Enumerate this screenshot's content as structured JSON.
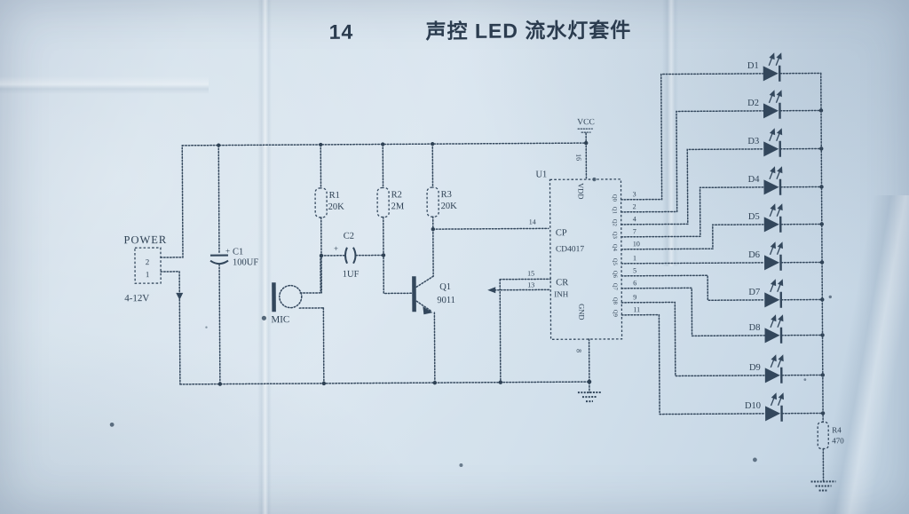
{
  "title": {
    "number": "14",
    "text": "声控 LED 流水灯套件"
  },
  "power": {
    "label": "POWER",
    "pin_top": "2",
    "pin_bottom": "1",
    "voltage": "4-12V"
  },
  "components": {
    "c1": {
      "plus": "+",
      "ref": "C1",
      "value": "100UF"
    },
    "c2": {
      "plus": "+",
      "ref": "C2",
      "value": "1UF"
    },
    "r1": {
      "ref": "R1",
      "value": "20K"
    },
    "r2": {
      "ref": "R2",
      "value": "2M"
    },
    "r3": {
      "ref": "R3",
      "value": "20K"
    },
    "r4": {
      "ref": "R4",
      "value": "470"
    },
    "mic": {
      "ref": "MIC"
    },
    "q1": {
      "ref": "Q1",
      "value": "9011"
    }
  },
  "ic": {
    "ref": "U1",
    "part": "CD4017",
    "vcc_label": "VCC",
    "pin_labels": {
      "vdd": "VDD",
      "gnd": "GND",
      "cp": "CP",
      "cr": "CR",
      "inh": "INH"
    },
    "pin_numbers": {
      "vdd": "16",
      "gnd": "8",
      "cp": "14",
      "cr": "15",
      "inh": "13"
    }
  },
  "outputs": [
    {
      "q": "Q0",
      "pin": "3",
      "led": "D1"
    },
    {
      "q": "Q1",
      "pin": "2",
      "led": "D2"
    },
    {
      "q": "Q2",
      "pin": "4",
      "led": "D3"
    },
    {
      "q": "Q3",
      "pin": "7",
      "led": "D4"
    },
    {
      "q": "Q4",
      "pin": "10",
      "led": "D5"
    },
    {
      "q": "Q5",
      "pin": "1",
      "led": "D6"
    },
    {
      "q": "Q6",
      "pin": "5",
      "led": "D7"
    },
    {
      "q": "Q7",
      "pin": "6",
      "led": "D8"
    },
    {
      "q": "Q8",
      "pin": "9",
      "led": "D9"
    },
    {
      "q": "Q9",
      "pin": "11",
      "led": "D10"
    }
  ],
  "colors": {
    "ink": "#33475c",
    "paper": "#d3e1ec"
  }
}
